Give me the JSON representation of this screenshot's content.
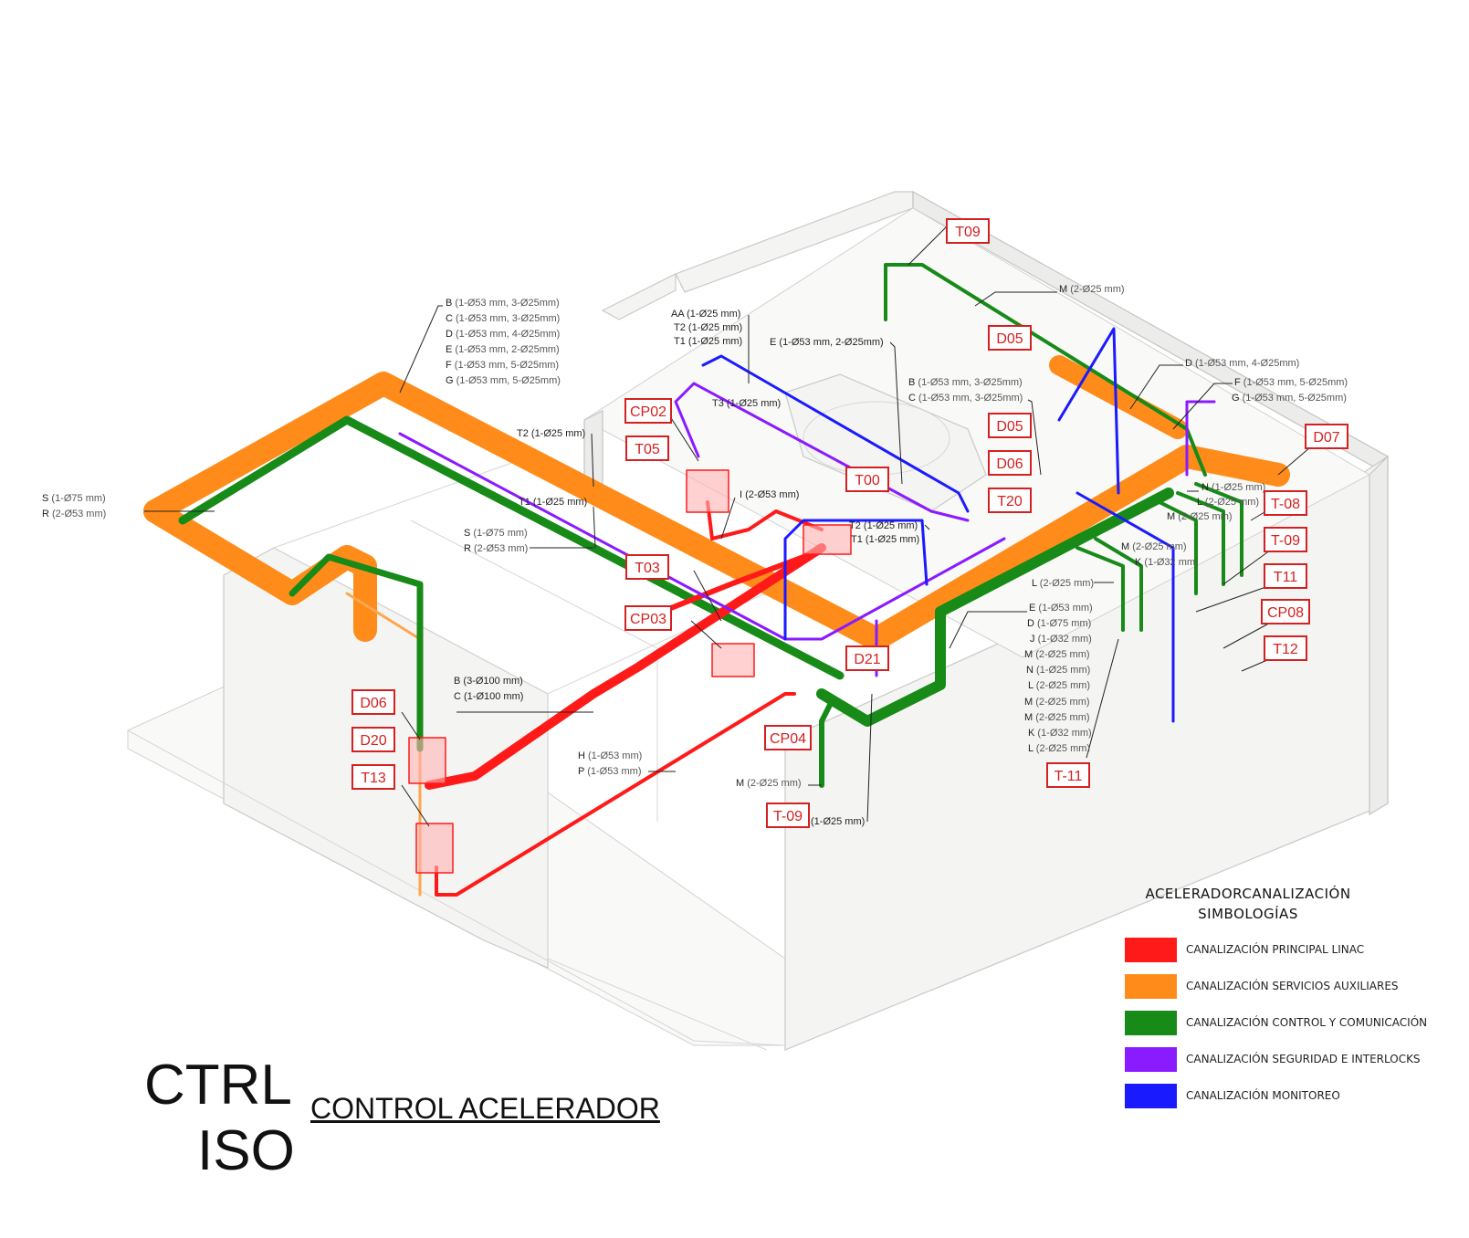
{
  "tags": {
    "T09_top": "T09",
    "D05_a": "D05",
    "D05_b": "D05",
    "D06_a": "D06",
    "D07": "D07",
    "CP02": "CP02",
    "T05": "T05",
    "T00": "T00",
    "T20": "T20",
    "T08": "T-08",
    "T09_r": "T-09",
    "T11": "T11",
    "CP08": "CP08",
    "T12": "T12",
    "T03": "T03",
    "CP03": "CP03",
    "D21": "D21",
    "D06_b": "D06",
    "D20": "D20",
    "T13": "T13",
    "CP04": "CP04",
    "T09_b": "T-09",
    "T11_b": "T-11"
  },
  "conduit_labels": {
    "top_left": [
      {
        "key": "B",
        "val": "(1-Ø53 mm, 3-Ø25mm)"
      },
      {
        "key": "C",
        "val": "(1-Ø53 mm, 3-Ø25mm)"
      },
      {
        "key": "D",
        "val": "(1-Ø53 mm, 4-Ø25mm)"
      },
      {
        "key": "E",
        "val": "(1-Ø53 mm, 2-Ø25mm)"
      },
      {
        "key": "F",
        "val": "(1-Ø53 mm, 5-Ø25mm)"
      },
      {
        "key": "G",
        "val": "(1-Ø53 mm, 5-Ø25mm)"
      }
    ],
    "aa_group": [
      {
        "key": "AA",
        "val": "(1-Ø25 mm)"
      },
      {
        "key": "T2",
        "val": "(1-Ø25 mm)"
      },
      {
        "key": "T1",
        "val": "(1-Ø25 mm)"
      }
    ],
    "e_top": {
      "key": "E",
      "val": "(1-Ø53 mm, 2-Ø25mm)"
    },
    "m_top": {
      "key": "M",
      "val": "(2-Ø25 mm)"
    },
    "d_right": {
      "key": "D",
      "val": "(1-Ø53 mm, 4-Ø25mm)"
    },
    "f_right": {
      "key": "F",
      "val": "(1-Ø53 mm, 5-Ø25mm)"
    },
    "g_right": {
      "key": "G",
      "val": "(1-Ø53 mm, 5-Ø25mm)"
    },
    "b_mid": {
      "key": "B",
      "val": "(1-Ø53 mm, 3-Ø25mm)"
    },
    "c_mid": {
      "key": "C",
      "val": "(1-Ø53 mm, 3-Ø25mm)"
    },
    "t3": {
      "key": "T3",
      "val": "(1-Ø25 mm)"
    },
    "t2_a": {
      "key": "T2",
      "val": "(1-Ø25 mm)"
    },
    "t1_a": {
      "key": "T1",
      "val": "(1-Ø25 mm)"
    },
    "s_left": {
      "key": "S",
      "val": "(1-Ø75 mm)"
    },
    "r_left": {
      "key": "R",
      "val": "(2-Ø53 mm)"
    },
    "s_mid": {
      "key": "S",
      "val": "(1-Ø75 mm)"
    },
    "r_mid": {
      "key": "R",
      "val": "(2-Ø53 mm)"
    },
    "i_mid": {
      "key": "I",
      "val": "(2-Ø53 mm)"
    },
    "t2_b": {
      "key": "T2",
      "val": "(1-Ø25 mm)"
    },
    "t1_b": {
      "key": "T1",
      "val": "(1-Ø25 mm)"
    },
    "n_r": {
      "key": "N",
      "val": "(1-Ø25 mm)"
    },
    "l_r": {
      "key": "L",
      "val": "(2-Ø25 mm)"
    },
    "m_r1": {
      "key": "M",
      "val": "(2-Ø25 mm)"
    },
    "m_r2": {
      "key": "M",
      "val": "(2-Ø25 mm)"
    },
    "k_r": {
      "key": "K",
      "val": "(1-Ø32 mm)"
    },
    "l_r2": {
      "key": "L",
      "val": "(2-Ø25 mm)"
    },
    "right_stack": [
      {
        "key": "E",
        "val": "(1-Ø53 mm)"
      },
      {
        "key": "D",
        "val": "(1-Ø75 mm)"
      },
      {
        "key": "J",
        "val": "(1-Ø32 mm)"
      },
      {
        "key": "M",
        "val": "(2-Ø25 mm)"
      },
      {
        "key": "N",
        "val": "(1-Ø25 mm)"
      },
      {
        "key": "L",
        "val": "(2-Ø25 mm)"
      },
      {
        "key": "M",
        "val": "(2-Ø25 mm)"
      },
      {
        "key": "M",
        "val": "(2-Ø25 mm)"
      },
      {
        "key": "K",
        "val": "(1-Ø32 mm)"
      },
      {
        "key": "L",
        "val": "(2-Ø25 mm)"
      }
    ],
    "bc_low": [
      {
        "key": "B",
        "val": "(3-Ø100 mm)"
      },
      {
        "key": "C",
        "val": "(1-Ø100 mm)"
      }
    ],
    "hp_low": [
      {
        "key": "H",
        "val": "(1-Ø53 mm)"
      },
      {
        "key": "P",
        "val": "(1-Ø53 mm)"
      }
    ],
    "m_low": {
      "key": "M",
      "val": "(2-Ø25 mm)"
    },
    "low_25": {
      "key": "",
      "val": "(1-Ø25 mm)"
    }
  },
  "legend": {
    "title_line1": "ACELERADORCANALIZACIÓN",
    "title_line2": "SIMBOLOGÍAS",
    "items": [
      {
        "label": "CANALIZACIÓN PRINCIPAL LINAC",
        "color": "#ff1a1a"
      },
      {
        "label": "CANALIZACIÓN SERVICIOS AUXILIARES",
        "color": "#ff8c1a"
      },
      {
        "label": "CANALIZACIÓN CONTROL Y COMUNICACIÓN",
        "color": "#178a17"
      },
      {
        "label": "CANALIZACIÓN SEGURIDAD E INTERLOCKS",
        "color": "#8a1aff"
      },
      {
        "label": "CANALIZACIÓN MONITOREO",
        "color": "#1a1aff"
      }
    ]
  },
  "title_block": {
    "code_line1": "CTRL",
    "code_line2": "ISO",
    "subtitle": "CONTROL ACELERADOR"
  },
  "colors": {
    "linac": "#ff1a1a",
    "auxiliares": "#ff8c1a",
    "control": "#178a17",
    "seguridad": "#8a1aff",
    "monitoreo": "#1a1aff",
    "tag": "#d42020"
  }
}
